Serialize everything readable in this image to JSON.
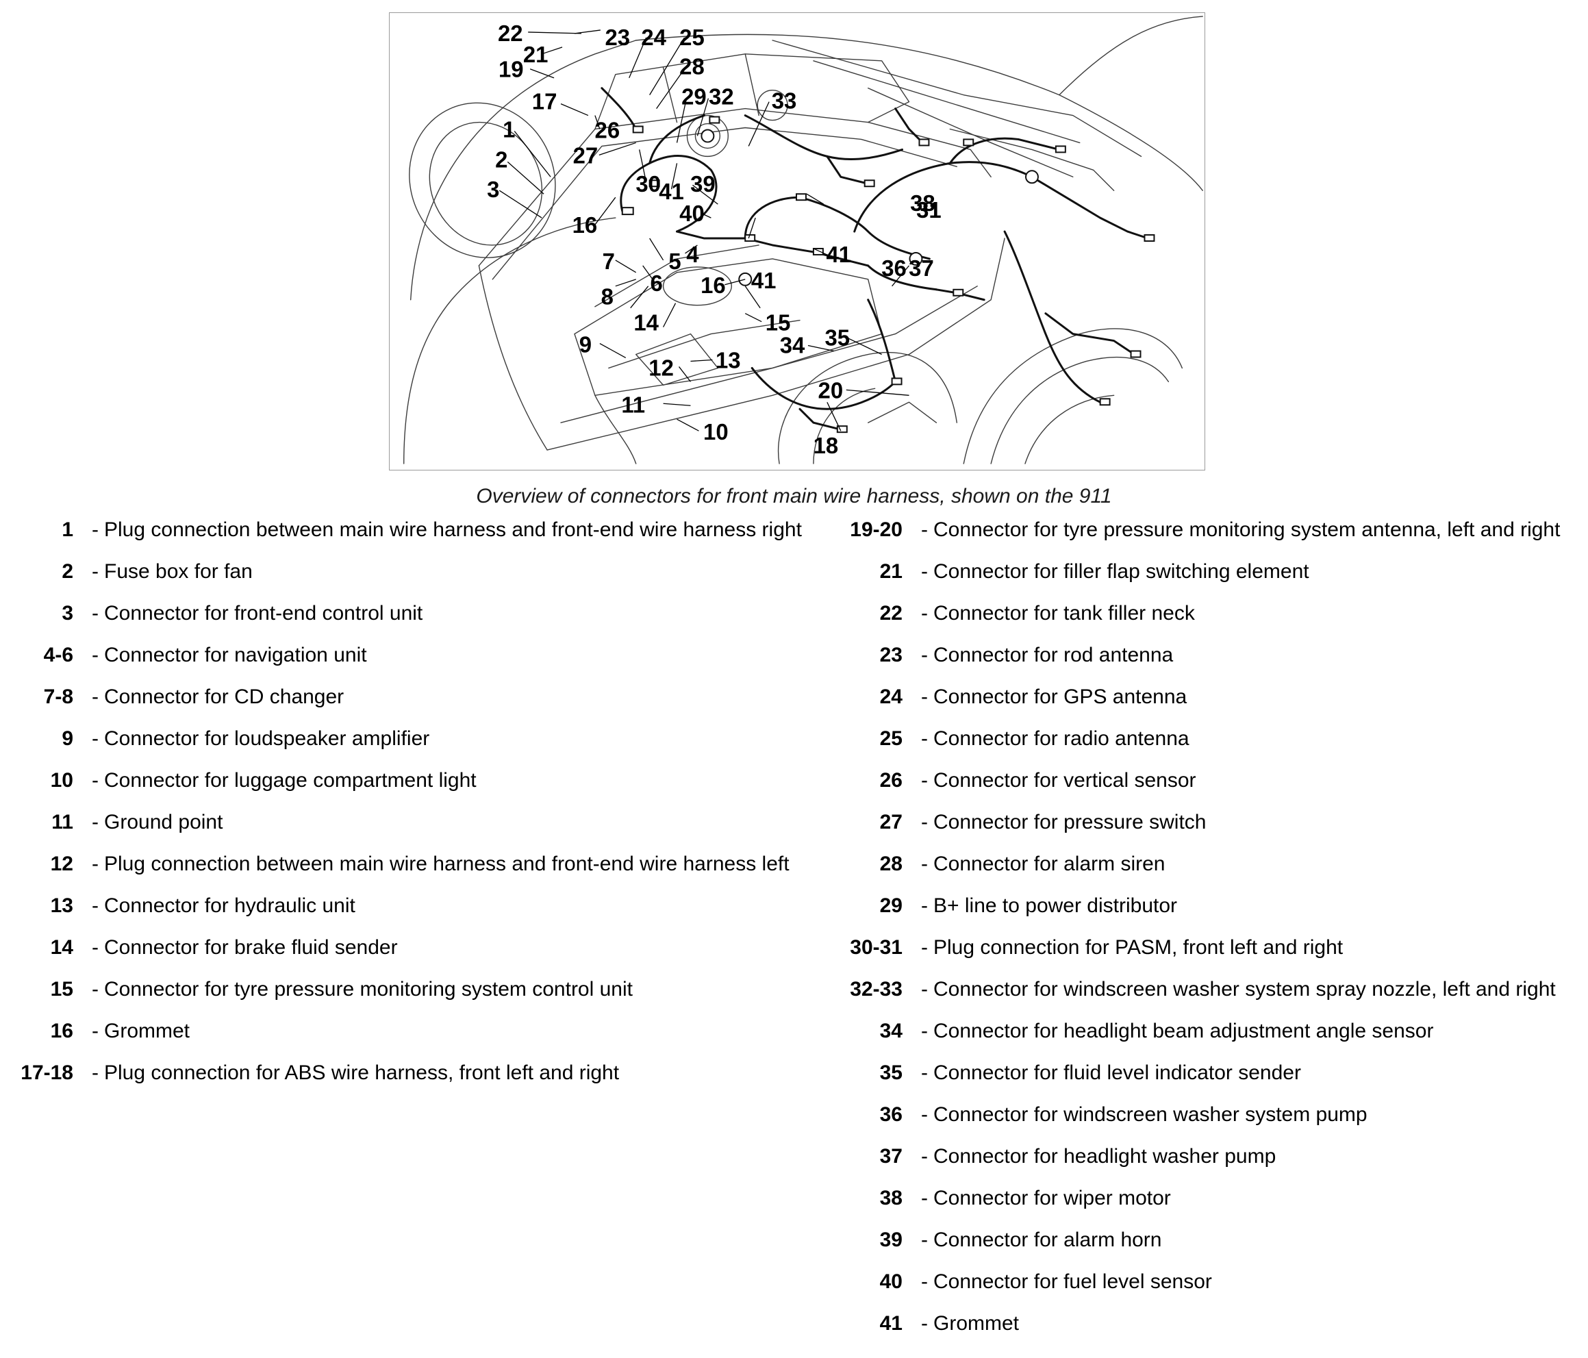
{
  "figure": {
    "callouts": [
      "22",
      "21",
      "19",
      "23",
      "24",
      "25",
      "28",
      "17",
      "29",
      "32",
      "33",
      "26",
      "1",
      "27",
      "2",
      "30",
      "41",
      "39",
      "3",
      "40",
      "31",
      "38",
      "16",
      "4",
      "5",
      "41",
      "7",
      "6",
      "16",
      "41",
      "36",
      "37",
      "8",
      "14",
      "15",
      "9",
      "35",
      "34",
      "13",
      "12",
      "20",
      "11",
      "18",
      "10"
    ]
  },
  "caption": "Overview of connectors for front main wire harness, shown on the 911",
  "legend_left": [
    {
      "num": "1",
      "text": "Plug connection between main wire harness and front-end wire harness right"
    },
    {
      "num": "2",
      "text": "Fuse box for fan"
    },
    {
      "num": "3",
      "text": "Connector for front-end control unit"
    },
    {
      "num": "4-6",
      "text": "Connector for navigation unit"
    },
    {
      "num": "7-8",
      "text": "Connector for CD changer"
    },
    {
      "num": "9",
      "text": "Connector for loudspeaker amplifier"
    },
    {
      "num": "10",
      "text": "Connector for luggage compartment light"
    },
    {
      "num": "11",
      "text": "Ground point"
    },
    {
      "num": "12",
      "text": "Plug connection between main wire harness and front-end wire harness left"
    },
    {
      "num": "13",
      "text": "Connector for hydraulic unit"
    },
    {
      "num": "14",
      "text": "Connector for brake fluid sender"
    },
    {
      "num": "15",
      "text": "Connector for tyre pressure monitoring system control unit"
    },
    {
      "num": "16",
      "text": "Grommet"
    },
    {
      "num": "17-18",
      "text": "Plug connection for ABS wire harness, front left and right"
    }
  ],
  "legend_right": [
    {
      "num": "19-20",
      "text": "Connector for tyre pressure monitoring system antenna, left and right"
    },
    {
      "num": "21",
      "text": "Connector for filler flap switching element"
    },
    {
      "num": "22",
      "text": "Connector for tank filler neck"
    },
    {
      "num": "23",
      "text": "Connector for rod antenna"
    },
    {
      "num": "24",
      "text": "Connector for GPS antenna"
    },
    {
      "num": "25",
      "text": "Connector for radio antenna"
    },
    {
      "num": "26",
      "text": "Connector for vertical sensor"
    },
    {
      "num": "27",
      "text": "Connector for pressure switch"
    },
    {
      "num": "28",
      "text": "Connector for alarm siren"
    },
    {
      "num": "29",
      "text": "B+ line to power distributor"
    },
    {
      "num": "30-31",
      "text": "Plug connection for PASM, front left and right"
    },
    {
      "num": "32-33",
      "text": "Connector for windscreen washer system spray nozzle, left and right"
    },
    {
      "num": "34",
      "text": "Connector for headlight beam adjustment angle sensor"
    },
    {
      "num": "35",
      "text": "Connector for fluid level indicator sender"
    },
    {
      "num": "36",
      "text": "Connector for windscreen washer system pump"
    },
    {
      "num": "37",
      "text": "Connector for headlight washer pump"
    },
    {
      "num": "38",
      "text": "Connector for wiper motor"
    },
    {
      "num": "39",
      "text": "Connector for alarm horn"
    },
    {
      "num": "40",
      "text": "Connector for fuel level sensor"
    },
    {
      "num": "41",
      "text": "Grommet"
    }
  ]
}
